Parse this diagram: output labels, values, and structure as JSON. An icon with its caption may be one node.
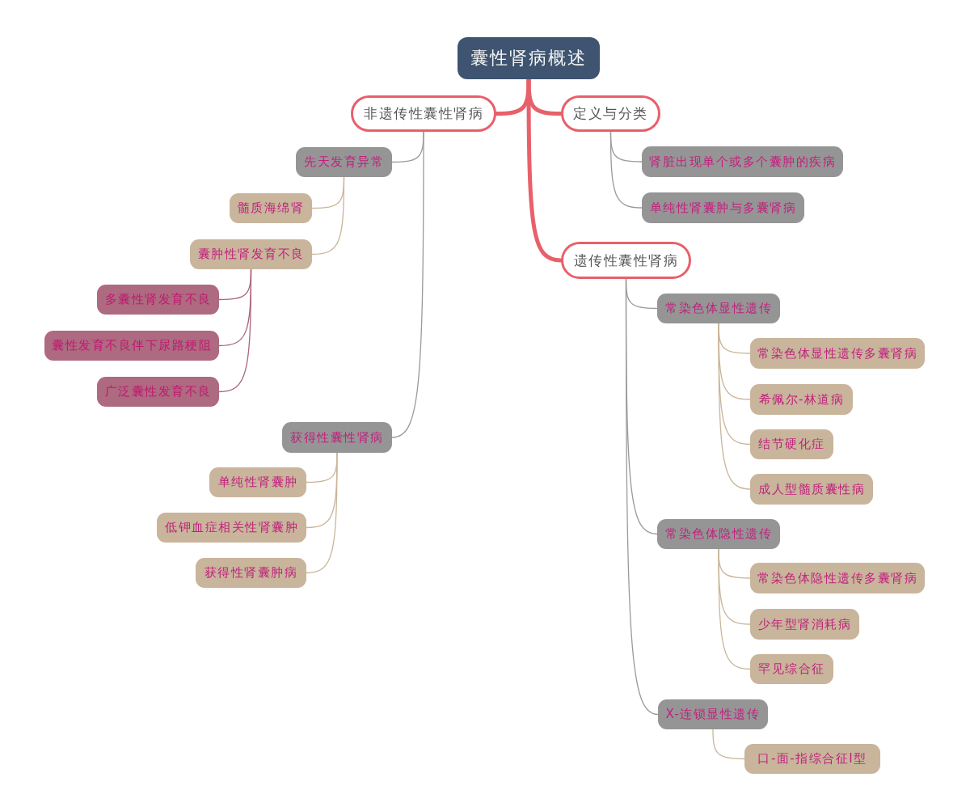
{
  "diagram": {
    "nodes": [
      {
        "text": [
          "囊性肾病概述"
        ]
      },
      {
        "text": [
          "非遗传性囊性肾病"
        ]
      },
      {
        "text": [
          "先天发育异常"
        ]
      },
      {
        "text": [
          "髓质海绵肾"
        ]
      },
      {
        "text": [
          "囊肿性肾发育不良"
        ]
      },
      {
        "text": [
          "多囊性肾发育不良"
        ]
      },
      {
        "text": [
          "囊性发育不良伴下尿路梗阻"
        ]
      },
      {
        "text": [
          "广泛囊性发育不良"
        ]
      },
      {
        "text": [
          "获得性囊性肾病"
        ]
      },
      {
        "text": [
          "单纯性肾囊肿"
        ]
      },
      {
        "text": [
          "低钾血症相关性肾囊肿"
        ]
      },
      {
        "text": [
          "获得性肾囊肿病"
        ]
      },
      {
        "text": [
          "定义与分类"
        ]
      },
      {
        "text": [
          "肾脏出现单个或多个囊肿的疾病"
        ]
      },
      {
        "text": [
          "单纯性肾囊肿与多囊肾病"
        ]
      },
      {
        "text": [
          "遗传性囊性肾病"
        ]
      },
      {
        "text": [
          "常染色体显性遗传"
        ]
      },
      {
        "text": [
          "常染色体显性遗传多囊肾病"
        ]
      },
      {
        "text": [
          "希佩尔-林道病"
        ]
      },
      {
        "text": [
          "结节硬化症"
        ]
      },
      {
        "text": [
          "成人型髓质囊性病"
        ]
      },
      {
        "text": [
          "常染色体隐性遗传"
        ]
      },
      {
        "text": [
          "常染色体隐性遗传多囊肾病"
        ]
      },
      {
        "text": [
          "少年型肾消耗病"
        ]
      },
      {
        "text": [
          "罕见综合征"
        ]
      },
      {
        "text": [
          "X-连锁显性遗传"
        ]
      },
      {
        "text": [
          "口-面-指综合征Ⅰ型"
        ]
      }
    ],
    "edges": [
      {
        "from": 0,
        "to": 1,
        "arrow": "none",
        "style": "thick",
        "color": "#e8606a"
      },
      {
        "from": 1,
        "to": 2,
        "arrow": "none",
        "color": "#9a9a9a"
      },
      {
        "from": 2,
        "to": 3,
        "arrow": "none"
      },
      {
        "from": 2,
        "to": 4,
        "arrow": "none"
      },
      {
        "from": 4,
        "to": 5,
        "arrow": "none",
        "color": "#a8667c"
      },
      {
        "from": 4,
        "to": 6,
        "arrow": "none",
        "color": "#a8667c"
      },
      {
        "from": 4,
        "to": 7,
        "arrow": "none",
        "color": "#a8667c"
      },
      {
        "from": 1,
        "to": 8,
        "arrow": "none",
        "color": "#9a9a9a"
      },
      {
        "from": 8,
        "to": 9,
        "arrow": "none"
      },
      {
        "from": 8,
        "to": 10,
        "arrow": "none"
      },
      {
        "from": 8,
        "to": 11,
        "arrow": "none"
      },
      {
        "from": 0,
        "to": 12,
        "arrow": "none",
        "style": "thick",
        "color": "#e8606a"
      },
      {
        "from": 12,
        "to": 13,
        "arrow": "none",
        "color": "#9a9a9a"
      },
      {
        "from": 12,
        "to": 14,
        "arrow": "none",
        "color": "#9a9a9a"
      },
      {
        "from": 0,
        "to": 15,
        "arrow": "none",
        "style": "thick",
        "color": "#e8606a"
      },
      {
        "from": 15,
        "to": 16,
        "arrow": "none",
        "color": "#9a9a9a"
      },
      {
        "from": 16,
        "to": 17,
        "arrow": "none"
      },
      {
        "from": 16,
        "to": 18,
        "arrow": "none"
      },
      {
        "from": 16,
        "to": 19,
        "arrow": "none"
      },
      {
        "from": 16,
        "to": 20,
        "arrow": "none"
      },
      {
        "from": 15,
        "to": 21,
        "arrow": "none",
        "color": "#9a9a9a"
      },
      {
        "from": 21,
        "to": 22,
        "arrow": "none"
      },
      {
        "from": 21,
        "to": 23,
        "arrow": "none"
      },
      {
        "from": 21,
        "to": 24,
        "arrow": "none"
      },
      {
        "from": 15,
        "to": 25,
        "arrow": "none",
        "color": "#9a9a9a"
      },
      {
        "from": 25,
        "to": 26,
        "arrow": "none"
      }
    ]
  }
}
